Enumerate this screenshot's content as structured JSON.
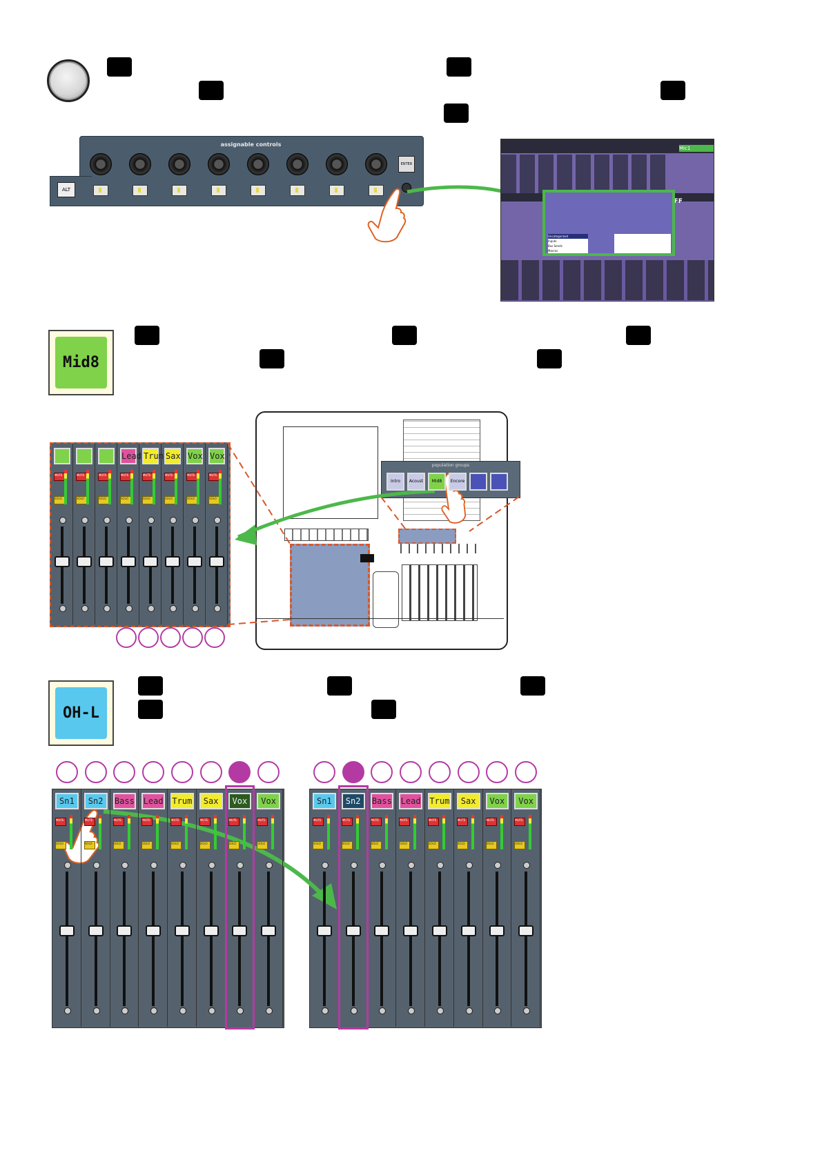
{
  "section1": {
    "icon": "rotary-knob-icon",
    "panel_title": "assignable controls",
    "alt_label": "ALT",
    "enter_label": "ENTER",
    "screen_off_label": "OFF",
    "screen_channel": "Mic1",
    "screen_list": [
      "Uncategorized",
      "Inputs",
      "Bus Sends",
      "Macros"
    ]
  },
  "section2": {
    "button_label": "Mid8",
    "button_color": "#7fd24a",
    "group_title": "population groups",
    "groups": [
      {
        "label": "Intro",
        "color": "#c9cbe6"
      },
      {
        "label": "Acoust",
        "color": "#c9cbe6"
      },
      {
        "label": "Mid8",
        "color": "#7fd24a"
      },
      {
        "label": "Encore",
        "color": "#c9cbe6"
      },
      {
        "label": "",
        "color": "#4a52b8"
      },
      {
        "label": "",
        "color": "#4a52b8"
      }
    ],
    "channels": [
      {
        "name": "",
        "color": "#7fd24a"
      },
      {
        "name": "",
        "color": "#7fd24a"
      },
      {
        "name": "",
        "color": "#7fd24a"
      },
      {
        "name": "Lead",
        "color": "#e0529e"
      },
      {
        "name": "Trum",
        "color": "#f2ec2a"
      },
      {
        "name": "Sax",
        "color": "#f2ec2a"
      },
      {
        "name": "Vox",
        "color": "#7fd24a"
      },
      {
        "name": "Vox",
        "color": "#7fd24a"
      }
    ]
  },
  "section3": {
    "button_label": "OH-L",
    "button_color": "#58c8ee",
    "before": {
      "channels": [
        {
          "name": "Sn1",
          "color": "#58c8ee"
        },
        {
          "name": "Sn2",
          "color": "#58c8ee"
        },
        {
          "name": "Bass",
          "color": "#e0529e"
        },
        {
          "name": "Lead",
          "color": "#e0529e"
        },
        {
          "name": "Trum",
          "color": "#f2ec2a"
        },
        {
          "name": "Sax",
          "color": "#f2ec2a"
        },
        {
          "name": "Vox",
          "color": "#2d5a1e"
        },
        {
          "name": "Vox",
          "color": "#7fd24a"
        }
      ],
      "selected_index": 6
    },
    "after": {
      "channels": [
        {
          "name": "Sn1",
          "color": "#58c8ee"
        },
        {
          "name": "Sn2",
          "color": "#1f4a66"
        },
        {
          "name": "Bass",
          "color": "#e0529e"
        },
        {
          "name": "Lead",
          "color": "#e0529e"
        },
        {
          "name": "Trum",
          "color": "#f2ec2a"
        },
        {
          "name": "Sax",
          "color": "#f2ec2a"
        },
        {
          "name": "Vox",
          "color": "#7fd24a"
        },
        {
          "name": "Vox",
          "color": "#7fd24a"
        }
      ],
      "selected_index": 1
    }
  },
  "strip_labels": {
    "mute": "MUTE",
    "solo": "SOLO"
  },
  "colors": {
    "arrow": "#4cb84a",
    "highlight": "#b43aa3",
    "dashed": "#d8582a"
  }
}
